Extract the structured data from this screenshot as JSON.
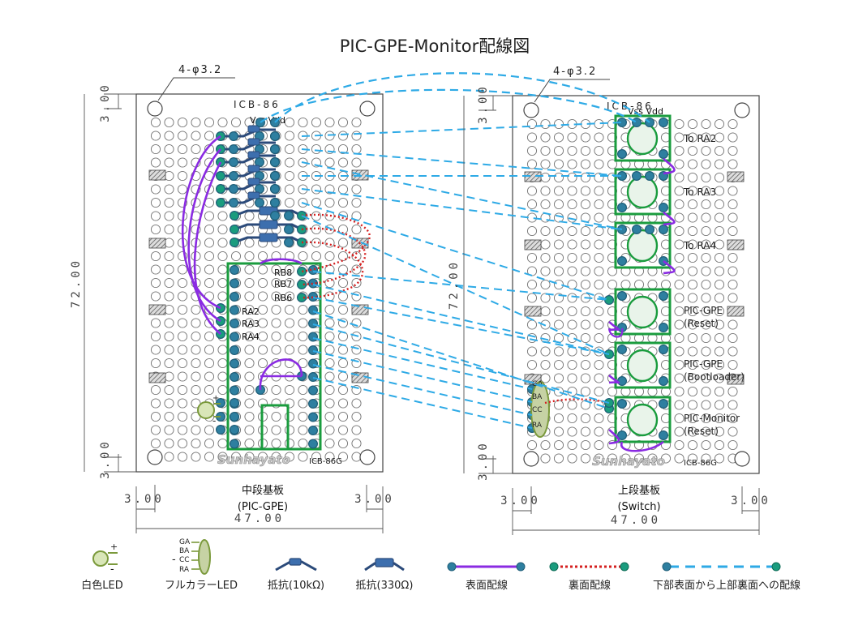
{
  "title": "PIC-GPE-Monitor配線図",
  "boards": [
    {
      "id": "middle",
      "caption_line1": "中段基板",
      "caption_line2": "(PIC-GPE)",
      "model_label": "ICB-86G",
      "brand_label": "Sunhayato",
      "top_label": "ICB-86",
      "hole_label": "4-φ3.2",
      "power_label": "Vss Vdd",
      "pin_labels": [
        "RB8",
        "RB7",
        "RB6",
        "RA2",
        "RA3",
        "RA4"
      ]
    },
    {
      "id": "upper",
      "caption_line1": "上段基板",
      "caption_line2": "(Switch)",
      "model_label": "ICB-86G",
      "brand_label": "Sunhayato",
      "top_label": "ICB-86",
      "hole_label": "4-φ3.2",
      "power_label": "Vss Vdd",
      "switch_labels": [
        [
          "To RA2"
        ],
        [
          "To RA3"
        ],
        [
          "To RA4"
        ],
        [
          "PIC-GPE",
          "(Reset)"
        ],
        [
          "PIC-GPE",
          "(Bootloader)"
        ],
        [
          "PIC-Monitor",
          "(Reset)"
        ]
      ],
      "led_pins": [
        "GA",
        "BA",
        "CC",
        "RA"
      ]
    }
  ],
  "dimensions": {
    "margin_top": "3.00",
    "margin_bottom": "3.00",
    "height": "72.00",
    "margin_left": "3.00",
    "margin_right": "3.00",
    "width": "47.00"
  },
  "legend": [
    {
      "icon": "white-led-icon",
      "label": "白色LED"
    },
    {
      "icon": "fullcolor-led-icon",
      "label": "フルカラーLED",
      "pins": [
        "GA",
        "BA",
        "CC",
        "RA"
      ]
    },
    {
      "icon": "resistor-10k-icon",
      "label": "抵抗(10kΩ)"
    },
    {
      "icon": "resistor-330-icon",
      "label": "抵抗(330Ω)"
    },
    {
      "icon": "surface-wire-icon",
      "label": "表面配線"
    },
    {
      "icon": "back-wire-icon",
      "label": "裏面配線"
    },
    {
      "icon": "cross-board-wire-icon",
      "label": "下部表面から上部裏面への配線"
    }
  ],
  "colors": {
    "hole_ring": "#2e7fa0",
    "board_frame": "#444444",
    "surface_wire": "#8a2be2",
    "back_wire": "#d42020",
    "cross_wire": "#2eaae6",
    "component_box": "#1a9c3e",
    "resistor": "#2b4a7a",
    "led": "#7b9a3c"
  }
}
